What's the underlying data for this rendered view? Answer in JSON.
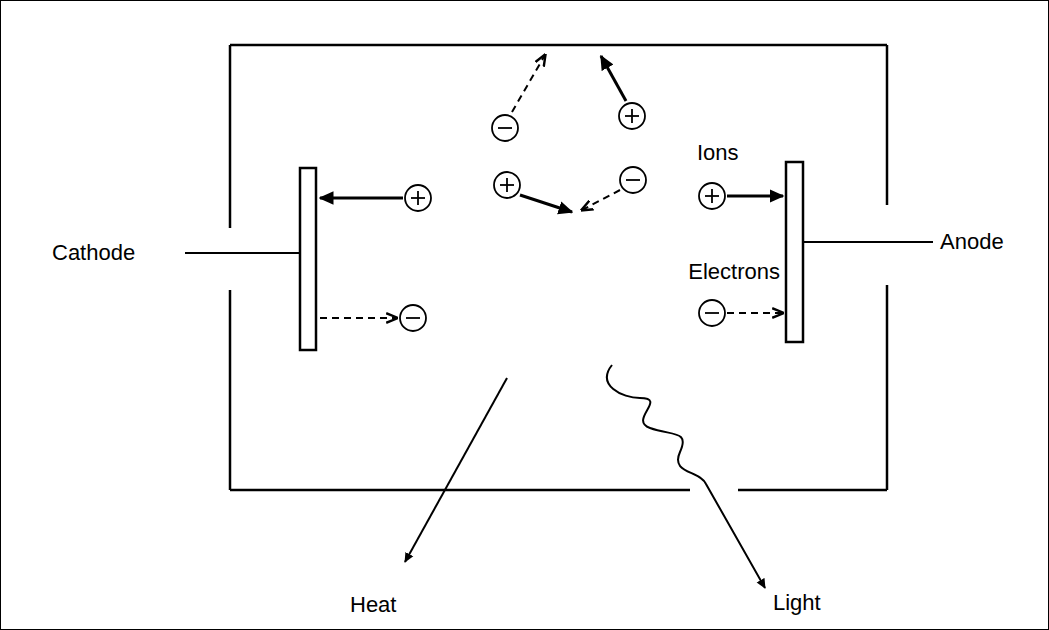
{
  "diagram": {
    "labels": [
      "Cathode",
      "Anode",
      "Ions",
      "Electrons",
      "Heat",
      "Light"
    ]
  }
}
